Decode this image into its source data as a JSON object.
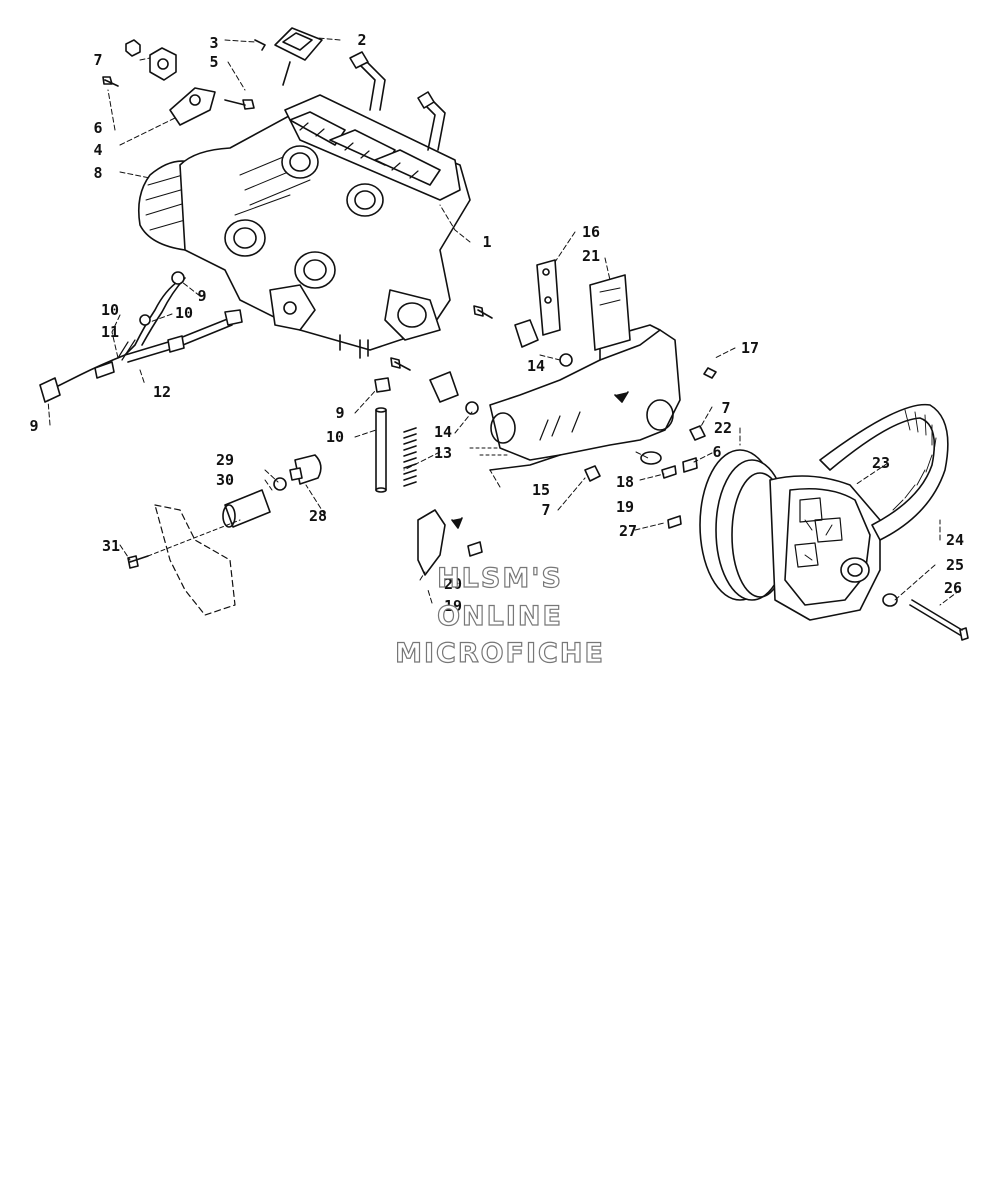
{
  "watermark": {
    "line1": "HLSM'S",
    "line2": "ONLINE",
    "line3": "MICROFICHE"
  },
  "callouts": [
    "1",
    "2",
    "3",
    "4",
    "5",
    "6",
    "7",
    "8",
    "9",
    "10",
    "11",
    "12",
    "13",
    "14",
    "15",
    "16",
    "17",
    "18",
    "19",
    "20",
    "21",
    "22",
    "23",
    "24",
    "25",
    "26",
    "27",
    "28",
    "29",
    "30",
    "31"
  ]
}
